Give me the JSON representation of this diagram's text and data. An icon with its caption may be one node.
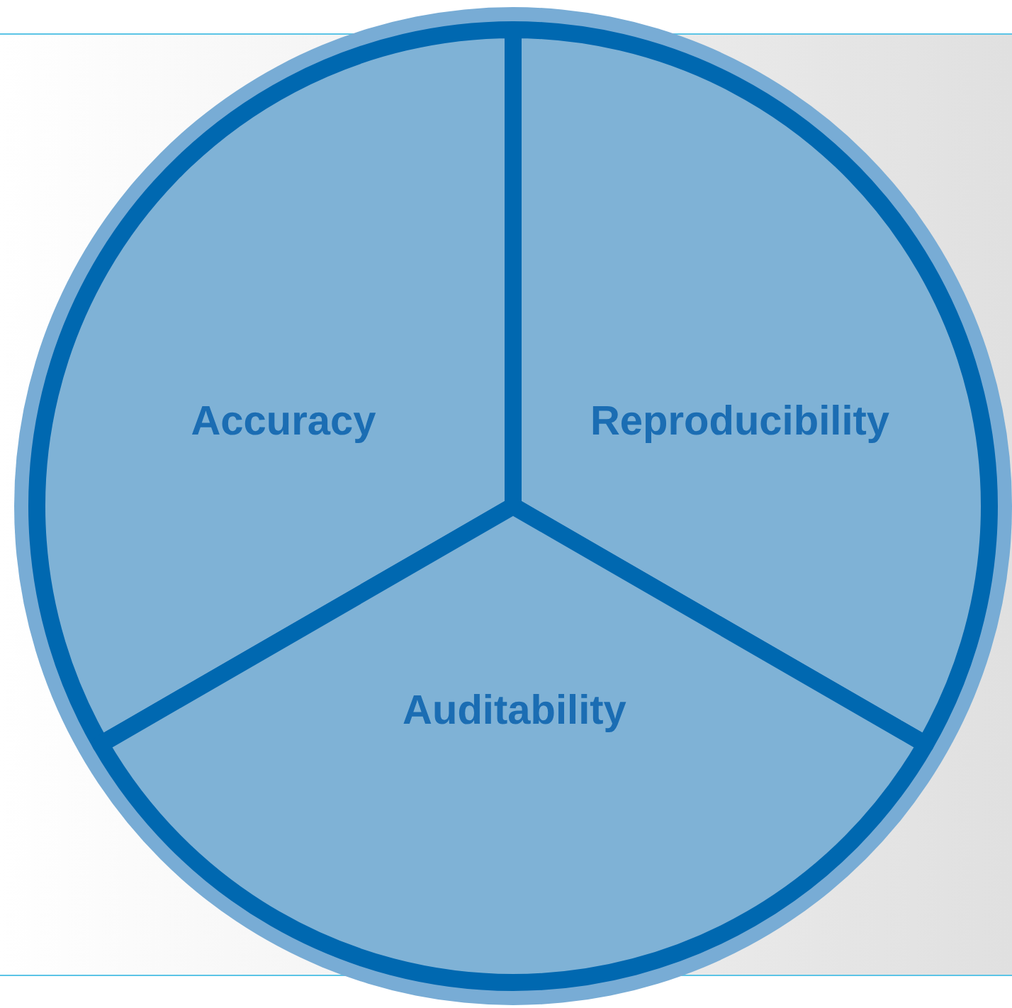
{
  "diagram": {
    "nodes": [
      {
        "text": [
          "Accuracy"
        ]
      },
      {
        "text": [
          "Reproducibility"
        ]
      },
      {
        "text": [
          "Auditability"
        ]
      }
    ]
  }
}
